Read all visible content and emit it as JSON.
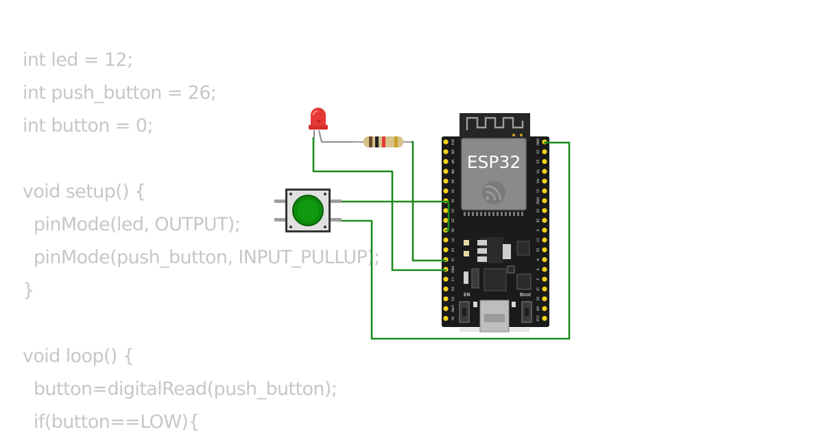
{
  "code": {
    "lines": [
      "int led = 12;",
      "int push_button = 26;",
      "int button = 0;",
      "",
      "void setup() {",
      "  pinMode(led, OUTPUT);",
      "  pinMode(push_button, INPUT_PULLUP);",
      "}",
      "",
      "void loop() {",
      "  button=digitalRead(push_button);",
      "  if(button==LOW){"
    ]
  },
  "board": {
    "title": "ESP32",
    "en_label": "EN",
    "boot_label": "Boot",
    "left_pins": [
      "3V3",
      "EN",
      "VP",
      "VN",
      "34",
      "35",
      "32",
      "33",
      "25",
      "26",
      "27",
      "14",
      "12",
      "GND",
      "13",
      "D2",
      "D3",
      "CMD",
      "5V"
    ],
    "right_pins": [
      "GND",
      "23",
      "22",
      "TX",
      "RX",
      "21",
      "GND",
      "19",
      "18",
      "5",
      "17",
      "16",
      "4",
      "0",
      "2",
      "15",
      "D1",
      "D0",
      "CLK"
    ]
  },
  "colors": {
    "wire": "#1a8a1a",
    "board": "#1b1b1b",
    "pin": "#f2d31b",
    "code_text": "#c7c7c7",
    "led": "#e53935",
    "button_cap": "#0c8a0c"
  },
  "components": {
    "led": "red-led",
    "resistor": "resistor",
    "pushbutton": "green-pushbutton",
    "board": "esp32-devkit"
  }
}
